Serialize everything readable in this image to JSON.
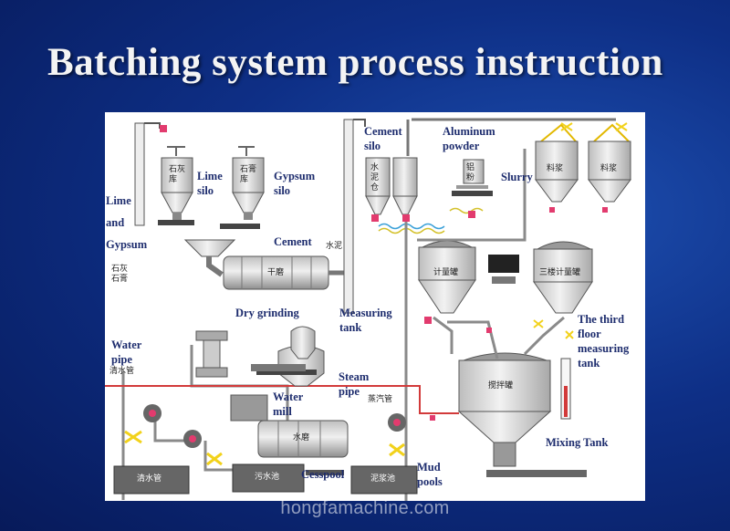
{
  "title": "Batching system process instruction",
  "watermark": "hongfamachine.com",
  "labels": {
    "lime_and_gypsum": [
      "Lime",
      "and",
      "Gypsum"
    ],
    "lime_silo": [
      "Lime",
      "silo"
    ],
    "gypsum_silo": [
      "Gypsum",
      "silo"
    ],
    "cement": "Cement",
    "dry_grinding": "Dry grinding",
    "measuring_tank": [
      "Measuring",
      "tank"
    ],
    "cement_silo": [
      "Cement",
      "silo"
    ],
    "aluminum_powder": [
      "Aluminum",
      "powder"
    ],
    "slurry": "Slurry",
    "third_floor_measuring_tank": [
      "The third",
      "floor",
      "measuring",
      "tank"
    ],
    "water_pipe": [
      "Water",
      "pipe"
    ],
    "steam_pipe": [
      "Steam",
      "pipe"
    ],
    "water_mill": [
      "Water",
      "mill"
    ],
    "mixing_tank": "Mixing Tank",
    "cesspool": "Cesspool",
    "mud_pools": [
      "Mud",
      "pools"
    ]
  },
  "cn_labels": {
    "lime_gypsum": [
      "石灰",
      "石膏"
    ],
    "lime_silo_body": "石灰库",
    "gypsum_silo_body": "石膏库",
    "cement_side": "水泥",
    "dry_mill_body": "干磨",
    "cement_silo_body": "水泥仓",
    "aluminum_tank_body": "铝粉",
    "slurry_tank_body": "料浆",
    "measuring_tank_body": "计量罐",
    "third_floor_tank_body": "三楼计量罐",
    "water_pipe_cn": "清水管",
    "steam_pipe_cn": "蒸汽管",
    "water_mill_body": "水磨",
    "mixing_tank_body": "搅拌罐",
    "pool_clean": "清水管",
    "pool_waste": "污水池",
    "pool_mud": "泥浆池"
  },
  "colors": {
    "pipe": "#8a8a8a",
    "steam_pipe": "#d23a3a",
    "valve": "#e23b6e",
    "motor": "#f2d21b",
    "tank_fill": "#d9d9d9"
  }
}
